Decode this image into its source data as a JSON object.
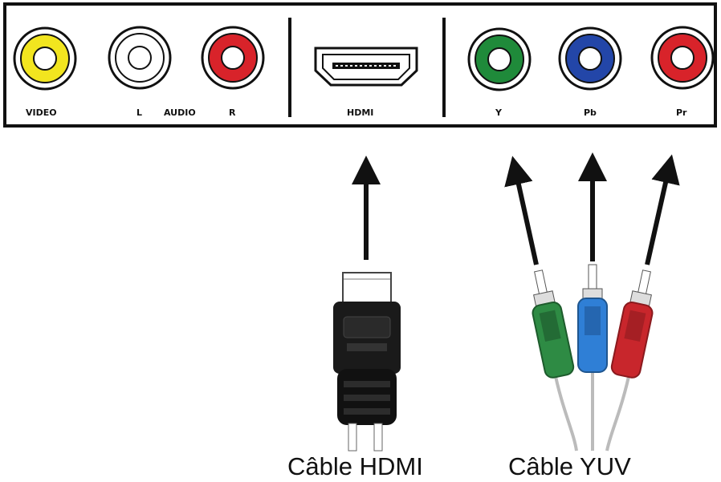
{
  "panel": {
    "composite": {
      "video_label": "VIDEO",
      "audio_left_label": "L",
      "audio_label": "AUDIO",
      "audio_right_label": "R"
    },
    "hdmi_label": "HDMI",
    "component": {
      "y_label": "Y",
      "pb_label": "Pb",
      "pr_label": "Pr"
    }
  },
  "cables": {
    "hdmi_caption": "Câble HDMI",
    "yuv_caption": "Câble YUV"
  },
  "colors": {
    "video": "#f2e51f",
    "audio_left": "#ffffff",
    "audio_right": "#d8232a",
    "y": "#1f8a3a",
    "pb": "#2346a8",
    "pr": "#d8232a",
    "plug_green": "#2e8b44",
    "plug_blue": "#2f7fd6",
    "plug_red": "#c8262c"
  }
}
